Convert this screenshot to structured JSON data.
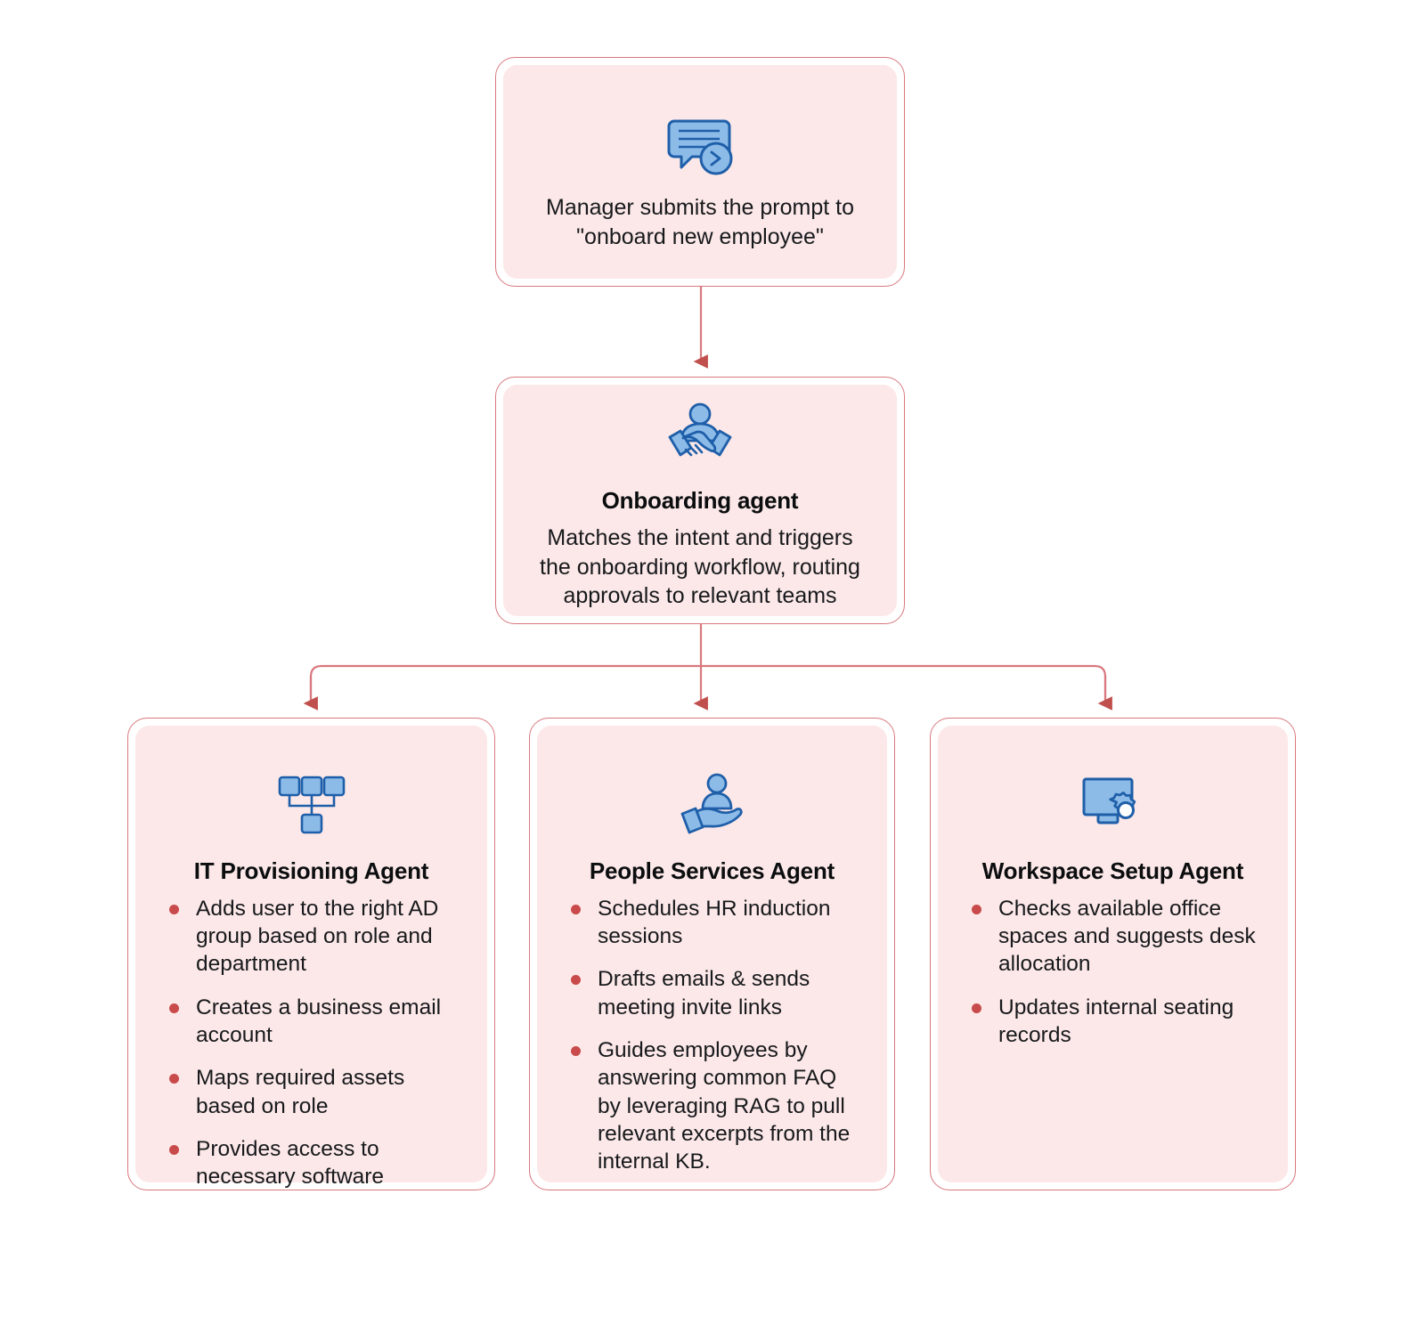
{
  "diagram": {
    "title": "Onboarding multi-agent workflow",
    "colors": {
      "card_border": "#d9787e",
      "card_fill": "#fce8e8",
      "connector": "#d9787e",
      "arrow_head": "#c0504d",
      "bullet": "#c94a4a",
      "icon_fill": "#8cbbe8",
      "icon_stroke": "#1f5fa9",
      "text": "#17191c",
      "background": "#ffffff"
    },
    "nodes": [
      {
        "id": "prompt",
        "icon": "chat-prompt-icon",
        "title": "",
        "text": "Manager submits the prompt to\n\"onboard new employee\"",
        "text_line1": "Manager submits the prompt to",
        "text_line2": "\"onboard new employee\"",
        "bullets": []
      },
      {
        "id": "onboarding",
        "icon": "handshake-icon",
        "title": "Onboarding agent",
        "text": "Matches the intent and triggers the onboarding workflow, routing approvals to relevant teams",
        "bullets": []
      },
      {
        "id": "it-provisioning",
        "icon": "org-hierarchy-icon",
        "title": "IT Provisioning Agent",
        "text": "",
        "bullets": [
          "Adds user to the right AD group based on role and department",
          "Creates a business email account",
          "Maps required assets based on role",
          "Provides access to necessary software"
        ]
      },
      {
        "id": "people-services",
        "icon": "person-in-hand-icon",
        "title": "People Services Agent",
        "text": "",
        "bullets": [
          "Schedules HR induction sessions",
          "Drafts emails & sends meeting invite links",
          "Guides employees by answering common FAQ by leveraging RAG to pull relevant excerpts from the internal KB."
        ]
      },
      {
        "id": "workspace-setup",
        "icon": "monitor-gear-icon",
        "title": "Workspace Setup Agent",
        "text": "",
        "bullets": [
          "Checks available office spaces and suggests desk allocation",
          "Updates internal seating records"
        ]
      }
    ],
    "edges": [
      {
        "from": "prompt",
        "to": "onboarding",
        "style": "straight-arrow"
      },
      {
        "from": "onboarding",
        "to": "it-provisioning",
        "style": "elbow-arrow"
      },
      {
        "from": "onboarding",
        "to": "people-services",
        "style": "straight-arrow"
      },
      {
        "from": "onboarding",
        "to": "workspace-setup",
        "style": "elbow-arrow"
      }
    ]
  }
}
